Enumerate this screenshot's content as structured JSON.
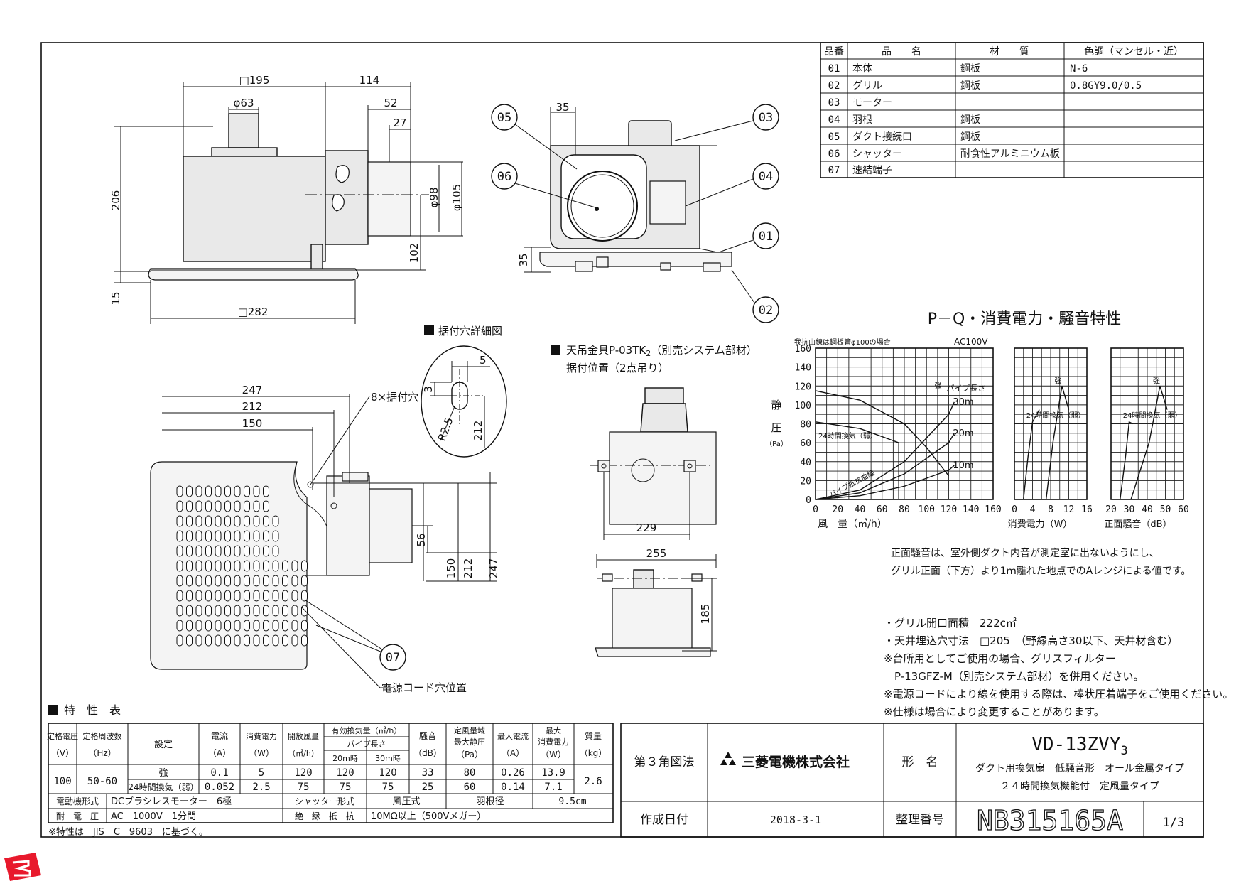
{
  "parts_table": {
    "headers": [
      "品番",
      "品　　名",
      "材　　質",
      "色調（マンセル・近）"
    ],
    "rows": [
      {
        "no": "01",
        "name": "本体",
        "material": "鋼板",
        "color": "N-6"
      },
      {
        "no": "02",
        "name": "グリル",
        "material": "鋼板",
        "color": "0.8GY9.0/0.5"
      },
      {
        "no": "03",
        "name": "モーター",
        "material": "",
        "color": ""
      },
      {
        "no": "04",
        "name": "羽根",
        "material": "鋼板",
        "color": ""
      },
      {
        "no": "05",
        "name": "ダクト接続口",
        "material": "鋼板",
        "color": ""
      },
      {
        "no": "06",
        "name": "シャッター",
        "material": "耐食性アルミニウム板",
        "color": ""
      },
      {
        "no": "07",
        "name": "速結端子",
        "material": "",
        "color": ""
      }
    ]
  },
  "front_view": {
    "dims": {
      "top_width": "□195",
      "duct_offset": "114",
      "outlet_dia": "φ63",
      "d52": "52",
      "d27": "27",
      "height": "206",
      "d98": "φ98",
      "d105": "φ105",
      "d102": "102",
      "d15": "15",
      "bottom_width": "□282"
    }
  },
  "side_view": {
    "dims": {
      "d35_top": "35",
      "d35_side": "35"
    },
    "balloons": [
      "05",
      "06",
      "03",
      "04",
      "01",
      "02"
    ]
  },
  "mount_hole_detail": {
    "title": "据付穴詳細図",
    "dims": {
      "d5": "5",
      "d3": "3",
      "r": "R2.5",
      "d212": "212"
    },
    "hole_label": "8×据付穴"
  },
  "plan_view": {
    "dims": {
      "d247": "247",
      "d212": "212",
      "d150": "150",
      "d56": "56",
      "v150": "150",
      "v212": "212",
      "v247": "247"
    },
    "balloon": "07",
    "cord_label": "電源コード穴位置"
  },
  "hanger_section": {
    "title": "天吊金具P-03TK",
    "title_sub": "2",
    "title_suffix": "（別売システム部材）",
    "subtitle": "据付位置（2点吊り）",
    "dims": {
      "d229": "229",
      "d255": "255",
      "d185": "185"
    }
  },
  "chart_data": [
    {
      "type": "line",
      "title": "P－Q・消費電力・騒音特性",
      "note": "我抗曲線は鋼板管φ100の場合",
      "voltage": "AC100V",
      "xlabel": "風　量（㎥/h）",
      "ylabel": [
        "静",
        "圧",
        "（Pa）"
      ],
      "x_ticks": [
        0,
        20,
        40,
        60,
        80,
        100,
        120,
        140,
        160
      ],
      "y_ticks": [
        0,
        20,
        40,
        60,
        80,
        100,
        120,
        140,
        160
      ],
      "xlim": [
        0,
        160
      ],
      "ylim": [
        0,
        160
      ],
      "series": [
        {
          "name": "強",
          "x": [
            0,
            40,
            80,
            100,
            120
          ],
          "y": [
            115,
            105,
            80,
            55,
            25
          ]
        },
        {
          "name": "24時間換気（弱）",
          "x": [
            0,
            40,
            75,
            75
          ],
          "y": [
            82,
            75,
            60,
            0
          ]
        }
      ],
      "resistance_curves": [
        {
          "name": "30m",
          "x": [
            0,
            40,
            80,
            120,
            125
          ],
          "y": [
            0,
            10,
            40,
            90,
            103
          ]
        },
        {
          "name": "20m",
          "x": [
            0,
            40,
            80,
            120,
            125
          ],
          "y": [
            0,
            7,
            27,
            60,
            70
          ]
        },
        {
          "name": "10m",
          "x": [
            0,
            40,
            80,
            120,
            125
          ],
          "y": [
            0,
            4,
            14,
            31,
            36
          ]
        }
      ],
      "curve_group_label": "パイプ長さ",
      "pipe_loss_label": "パイプ抵抗曲線"
    },
    {
      "type": "line",
      "xlabel": "消費電力（W）",
      "x_ticks": [
        0,
        4,
        8,
        12,
        16
      ],
      "xlim": [
        0,
        16
      ],
      "ylim": [
        0,
        160
      ],
      "series": [
        {
          "name": "強",
          "x": [
            7,
            8.5,
            10.5,
            12
          ],
          "y": [
            0,
            60,
            120,
            95
          ]
        },
        {
          "name": "24時間換気（弱）",
          "x": [
            2,
            3,
            4,
            5.5
          ],
          "y": [
            0,
            45,
            82,
            95
          ]
        }
      ]
    },
    {
      "type": "line",
      "xlabel": "正面騒音（dB）",
      "x_ticks": [
        20,
        30,
        40,
        50,
        60
      ],
      "xlim": [
        20,
        60
      ],
      "ylim": [
        0,
        160
      ],
      "series": [
        {
          "name": "強",
          "x": [
            31,
            41,
            47,
            51
          ],
          "y": [
            0,
            60,
            120,
            95
          ]
        },
        {
          "name": "24時間換気（弱）",
          "x": [
            25,
            28,
            30,
            32
          ],
          "y": [
            0,
            45,
            82,
            80
          ]
        }
      ]
    }
  ],
  "notes": {
    "noise_note": [
      "正面騒音は、室外側ダクト内音が測定室に出ないようにし、",
      "グリル正面（下方）より1ｍ離れた地点でのAレンジによる値です。"
    ],
    "spec_notes": [
      "・グリル開口面積　222c㎡",
      "・天井埋込穴寸法　□205　（野縁高さ30以下、天井材含む）",
      "※台所用としてご使用の場合、グリスフィルター",
      "　P-13GFZ-M（別売システム部材）を併用ください。",
      "※電源コードにより線を使用する際は、棒状圧着端子をご使用ください。",
      "※仕様は場合により変更することがあります。"
    ]
  },
  "spec_table": {
    "title": "特　性　表",
    "headers": {
      "voltage": "定格電圧",
      "voltage_unit": "（V）",
      "freq": "定格周波数",
      "freq_unit": "（Hz）",
      "setting": "設定",
      "current": "電流",
      "current_unit": "（A）",
      "power": "消費電力",
      "power_unit": "（W）",
      "open_air": "開放風量",
      "open_air_unit": "（㎥/h）",
      "effective": "有効換気量（㎥/h）",
      "pipe_len": "パイプ長さ",
      "p20": "20m時",
      "p30": "30m時",
      "noise": "騒音",
      "noise_unit": "（dB）",
      "static": "定風量域",
      "static2": "最大静圧",
      "static_unit": "（Pa）",
      "max_current": "最大電流",
      "max_current_unit": "（A）",
      "max_power": "最大",
      "max_power2": "消費電力",
      "max_power_unit": "（W）",
      "mass": "質量",
      "mass_unit": "（kg）"
    },
    "rows": [
      {
        "voltage": "100",
        "freq": "50-60",
        "setting": "強",
        "current": "0.1",
        "power": "5",
        "open": "120",
        "p20": "120",
        "p30": "120",
        "noise": "33",
        "static": "80",
        "max_current": "0.26",
        "max_power": "13.9"
      },
      {
        "setting": "24時間換気（弱）",
        "current": "0.052",
        "power": "2.5",
        "open": "75",
        "p20": "75",
        "p30": "75",
        "noise": "25",
        "static": "60",
        "max_current": "0.14",
        "max_power": "7.1"
      }
    ],
    "mass": "2.6",
    "motor_label": "電動機形式",
    "motor": "DCブラシレスモーター　6極",
    "shutter_label": "シャッター形式",
    "shutter": "風圧式",
    "blade_label": "羽根径",
    "blade": "9.5cm",
    "withstand_label": "耐　電　圧",
    "withstand": "AC　1000V　1分間",
    "insulation_label": "絶　縁　抵　抗",
    "insulation": "10MΩ以上（500Vメガー）",
    "footnote": "※特性は　JIS　C　9603　に基づく。"
  },
  "title_block": {
    "projection": "第３角図法",
    "company": "三菱電機株式会社",
    "name_label": "形　名",
    "model": "VD-13ZVY",
    "model_sub": "3",
    "desc1": "ダクト用換気扇　低騒音形　オール金属タイプ",
    "desc2": "２４時間換気機能付　定風量タイプ",
    "date_label": "作成日付",
    "date": "2018-3-1",
    "number_label": "整理番号",
    "number": "NB315165A",
    "page": "1/3"
  }
}
